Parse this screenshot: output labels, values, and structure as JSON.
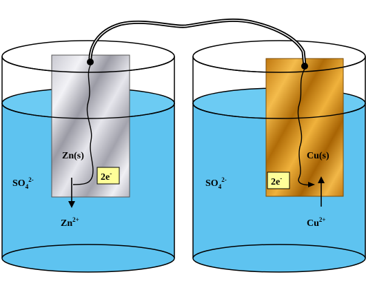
{
  "left_cell": {
    "electrode_label": "Zn(s)",
    "electron_box": "2e",
    "electron_box_sup": "-",
    "anion_label": "SO",
    "anion_sub": "4",
    "anion_sup": "2-",
    "ion_label": "Zn",
    "ion_sup": "2+"
  },
  "right_cell": {
    "electrode_label": "Cu(s)",
    "electron_box": "2e",
    "electron_box_sup": "-",
    "anion_label": "SO",
    "anion_sub": "4",
    "anion_sup": "2-",
    "ion_label": "Cu",
    "ion_sup": "2+"
  },
  "colors": {
    "solution": "#5ec3f0",
    "solution_top": "#5ab8e8",
    "zinc_light": "#e4e4ea",
    "zinc_dark": "#8e8e98",
    "copper_light": "#f0b040",
    "copper_dark": "#b06a08",
    "label_box": "#ffff99"
  }
}
